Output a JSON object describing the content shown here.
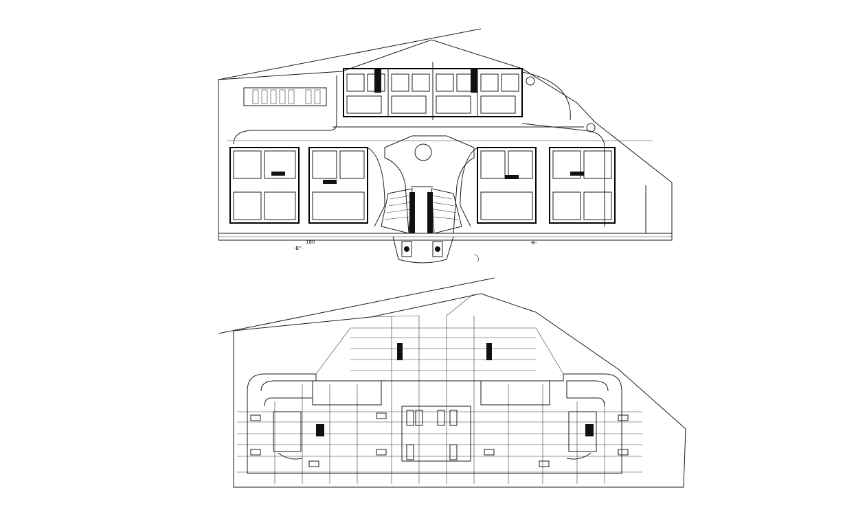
{
  "labels": {
    "top_left_section": "-B\"-",
    "top_right_section": "-B-",
    "dim_label": "180"
  },
  "colors": {
    "line": "#1a1a1a",
    "background": "#ffffff"
  }
}
